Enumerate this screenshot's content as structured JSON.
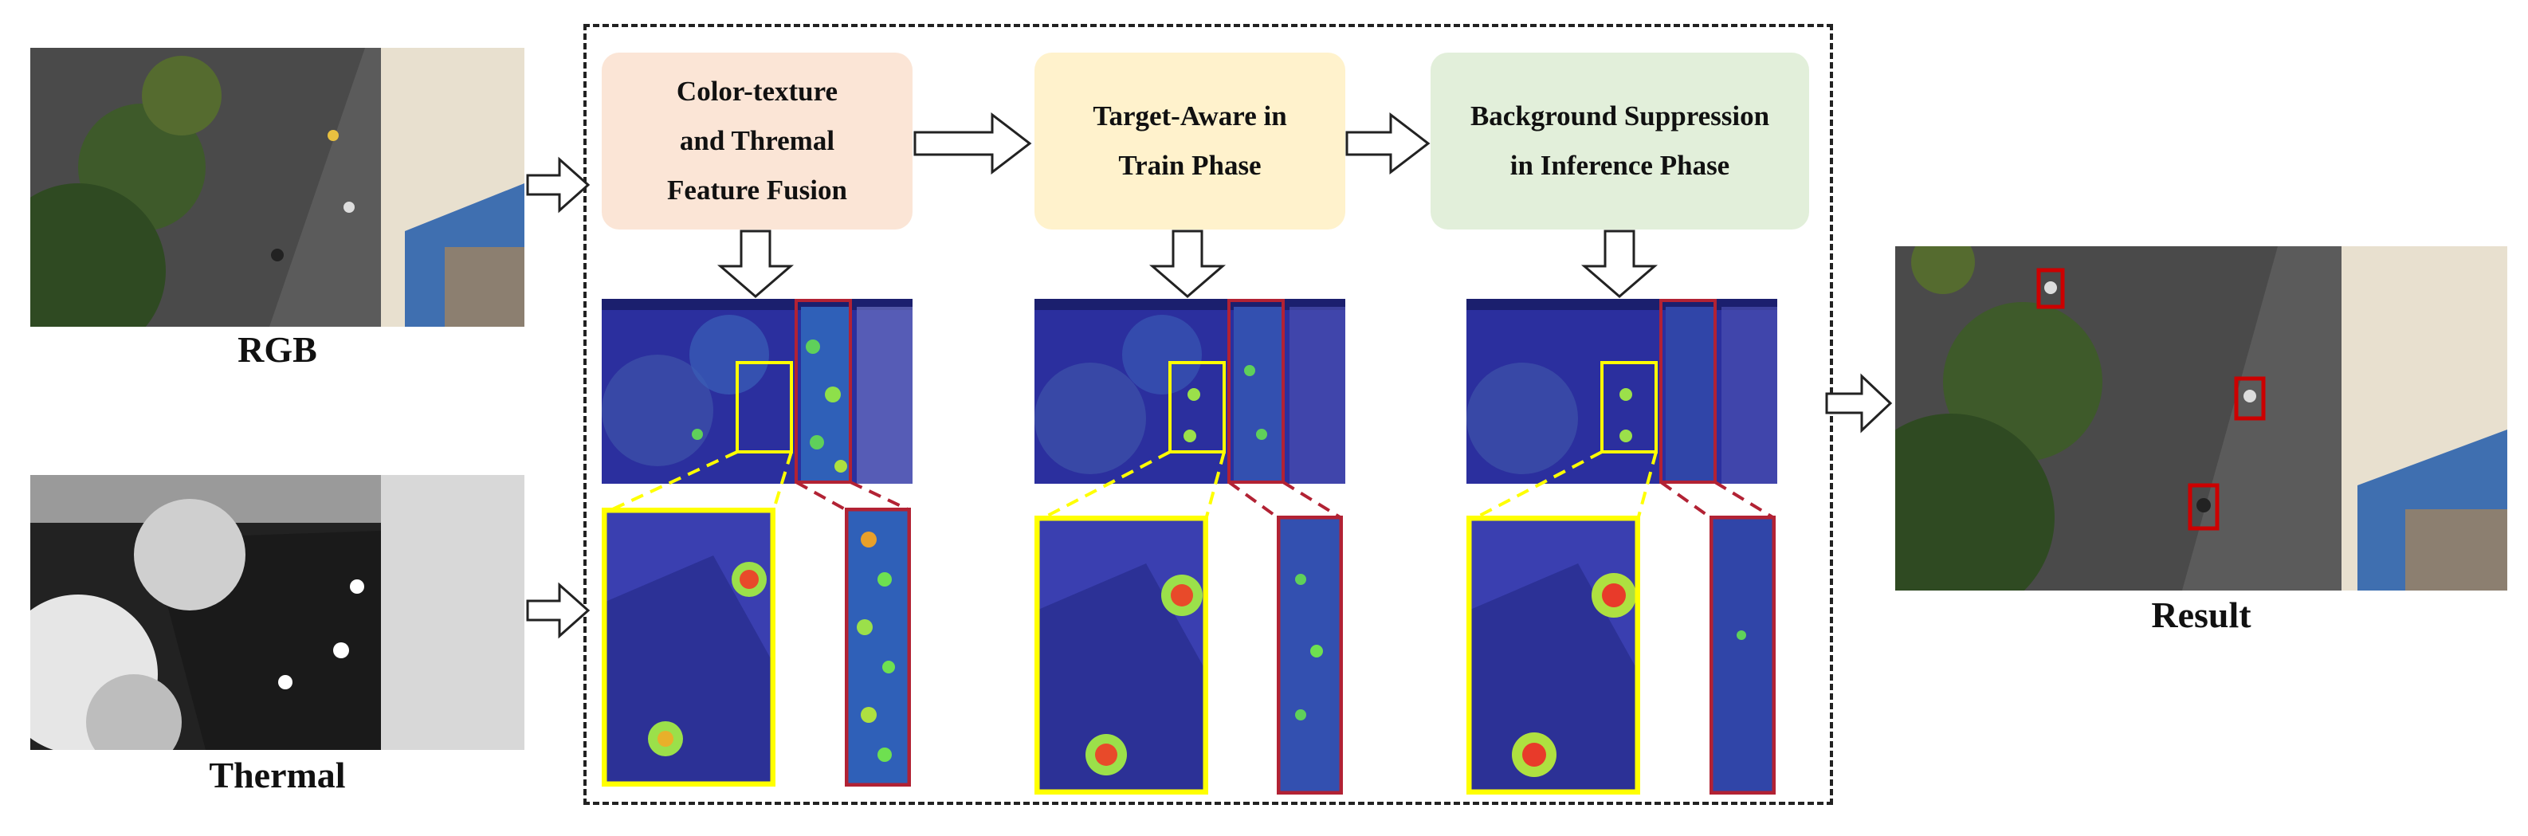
{
  "inputs": {
    "rgb_label": "RGB",
    "thermal_label": "Thermal"
  },
  "stages": [
    {
      "line1": "Color-texture",
      "line2": "and Thremal",
      "line3": "Feature Fusion",
      "color": "#fbe5d6"
    },
    {
      "line1": "Target-Aware in",
      "line2": "Train Phase",
      "color": "#fff2cc"
    },
    {
      "line1": "Background Suppression",
      "line2": "in Inference Phase",
      "color": "#e2efda"
    }
  ],
  "output": {
    "label": "Result"
  },
  "colors": {
    "target_box": "#ffff00",
    "background_box": "#b22234",
    "detection_box": "#cc0000",
    "heatmap_base": "#2b2f9e"
  }
}
